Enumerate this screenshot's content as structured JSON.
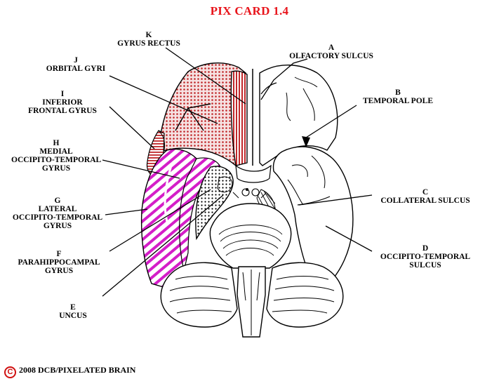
{
  "title": "PIX CARD 1.4",
  "labels": {
    "A": {
      "letter": "A",
      "lines": [
        "OLFACTORY SULCUS"
      ]
    },
    "B": {
      "letter": "B",
      "lines": [
        "TEMPORAL POLE"
      ]
    },
    "C": {
      "letter": "C",
      "lines": [
        "COLLATERAL SULCUS"
      ]
    },
    "D": {
      "letter": "D",
      "lines": [
        "OCCIPITO-TEMPORAL",
        "SULCUS"
      ]
    },
    "E": {
      "letter": "E",
      "lines": [
        "UNCUS"
      ]
    },
    "F": {
      "letter": "F",
      "lines": [
        "PARAHIPPOCAMPAL",
        "GYRUS"
      ]
    },
    "G": {
      "letter": "G",
      "lines": [
        "LATERAL",
        "OCCIPITO-TEMPORAL",
        "GYRUS"
      ]
    },
    "H": {
      "letter": "H",
      "lines": [
        "MEDIAL",
        "OCCIPITO-TEMPORAL",
        "GYRUS"
      ]
    },
    "I": {
      "letter": "I",
      "lines": [
        "INFERIOR",
        "FRONTAL GYRUS"
      ]
    },
    "J": {
      "letter": "J",
      "lines": [
        "ORBITAL GYRI"
      ]
    },
    "K": {
      "letter": "K",
      "lines": [
        "GYRUS RECTUS"
      ]
    }
  },
  "copyright": {
    "symbol": "C",
    "text": "2008  DCB/PIXELATED BRAIN"
  },
  "colors": {
    "title": "#e8141b",
    "orbital": "#c0282a",
    "temporal": "#d41ec8",
    "parahippocampal": "#000000"
  }
}
